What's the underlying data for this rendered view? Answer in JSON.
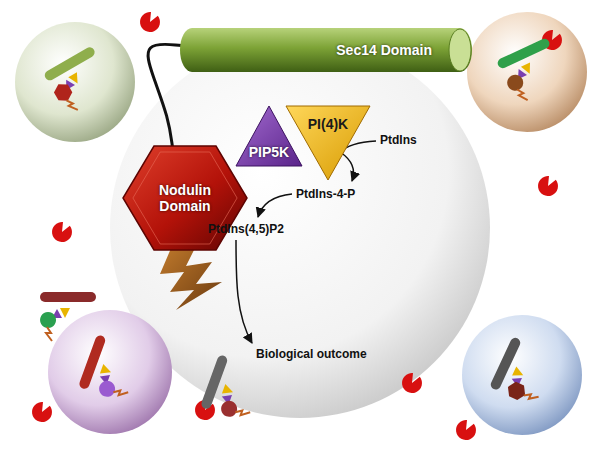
{
  "diagram": {
    "nodes": [
      {
        "text": [
          "Sec14 Domain"
        ]
      },
      {
        "text": [
          "Nodulin Domain"
        ]
      },
      {
        "text": [
          "PIP5K"
        ]
      },
      {
        "text": [
          "PI(4)K"
        ]
      }
    ],
    "edges": [
      {
        "from": 0,
        "to": 1,
        "arrow": "none"
      }
    ],
    "labels": [
      "PtdIns",
      "PtdIns-4-P",
      "PtdIns(4,5)P2",
      "Biological outcome"
    ]
  }
}
